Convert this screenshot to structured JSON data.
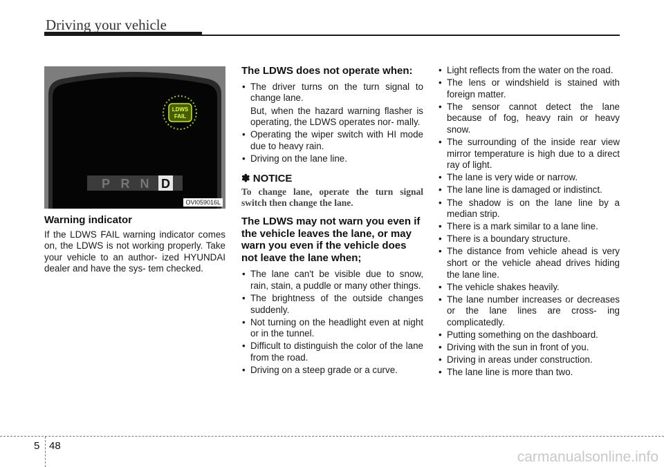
{
  "header": {
    "title": "Driving your vehicle"
  },
  "figure": {
    "lamp_label_line1": "LDWS",
    "lamp_label_line2": "FAIL",
    "gears": [
      "P",
      "R",
      "N",
      "D"
    ],
    "selected_gear": "D",
    "code": "OVI059016L"
  },
  "col1": {
    "heading": "Warning indicator",
    "body": "If the LDWS FAIL warning indicator comes on, the LDWS is not working properly. Take your vehicle to an author- ized HYUNDAI dealer and have the sys- tem checked."
  },
  "col2": {
    "heading1": "The LDWS does not operate when:",
    "list1": [
      "The driver turns on the turn signal to change lane.",
      "Operating the wiper switch with HI mode due to heavy rain.",
      "Driving on the lane line."
    ],
    "list1_subpara": "But, when the hazard warning flasher is operating, the LDWS operates nor- mally.",
    "notice_heading": "✽ NOTICE",
    "notice_text": "To change lane, operate the turn signal switch then change the lane.",
    "heading2": "The LDWS may not warn you even if the vehicle leaves the lane, or may warn you even if the vehicle does not leave the lane when;",
    "list2": [
      "The lane can't be visible due to snow, rain, stain, a puddle or many other things.",
      "The brightness of the outside changes suddenly.",
      "Not turning on the headlight even at night or in the tunnel.",
      "Difficult to distinguish the color of the lane from the road.",
      "Driving on a steep grade or a curve."
    ]
  },
  "col3": {
    "list": [
      "Light reflects from the water on the road.",
      "The lens or windshield is stained with foreign matter.",
      "The sensor cannot detect the lane because of fog, heavy rain or heavy snow.",
      "The surrounding of the inside rear view mirror temperature is high due to a direct ray of light.",
      "The lane is very wide or narrow.",
      "The lane line is damaged or indistinct.",
      "The shadow is on the lane line by a median strip.",
      "There is a mark similar to a lane line.",
      "There is a boundary structure.",
      "The distance from vehicle ahead is very short or the vehicle ahead drives hiding the lane line.",
      "The vehicle shakes heavily.",
      "The lane number increases or decreases or the lane lines are cross- ing complicatedly.",
      "Putting something on the dashboard.",
      "Driving with the sun in front of you.",
      "Driving in areas under construction.",
      "The lane line is more than two."
    ]
  },
  "footer": {
    "section": "5",
    "page": "48",
    "watermark": "carmanualsonline.info"
  }
}
